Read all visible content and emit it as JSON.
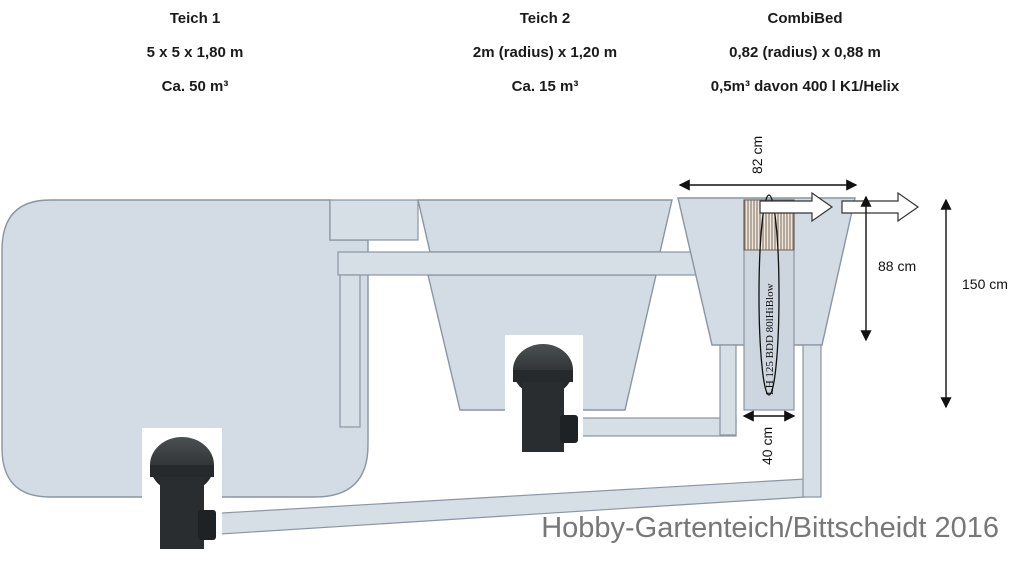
{
  "ponds": [
    {
      "name": "Teich 1",
      "dimensions": "5 x 5 x 1,80 m",
      "volume": "Ca. 50 m³"
    },
    {
      "name": "Teich 2",
      "dimensions": "2m (radius) x 1,20 m",
      "volume": "Ca. 15 m³"
    },
    {
      "name": "CombiBed",
      "dimensions": "0,82 (radius) x 0,88 m",
      "volume": "0,5m³ davon 400 l K1/Helix"
    }
  ],
  "measurements": {
    "width_top": "82 cm",
    "height_filter": "88 cm",
    "height_total": "150 cm",
    "width_bottom": "40 cm"
  },
  "airlift_label": "LH 125 BDD 80lHiBlow",
  "credit": "Hobby-Gartenteich/Bittscheidt 2016"
}
